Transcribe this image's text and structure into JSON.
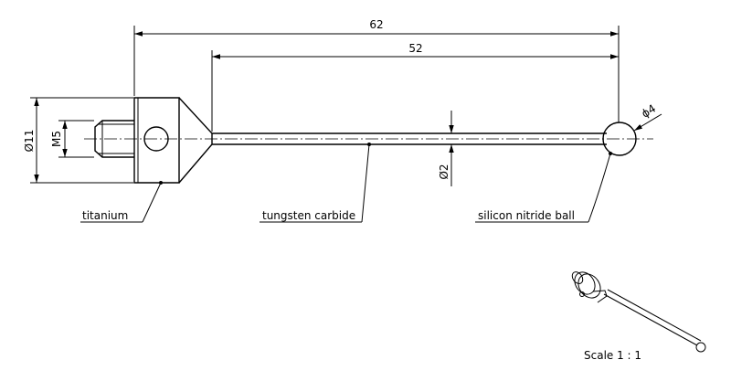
{
  "dimensions": {
    "overall_length": "62",
    "stem_length": "52",
    "body_diameter": "Ø11",
    "thread": "M5",
    "stem_diameter": "Ø2",
    "ball_diameter": "ϕ4"
  },
  "materials": {
    "body": "titanium",
    "stem": "tungsten carbide",
    "ball": "silicon nitride ball"
  },
  "scale_text": "Scale 1 : 1"
}
